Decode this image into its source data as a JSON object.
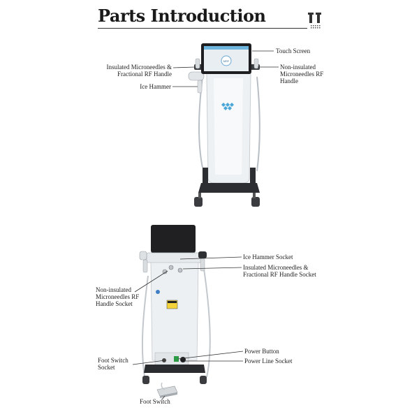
{
  "title": "Parts Introduction",
  "icon": "microneedle-handles-icon",
  "top_view": {
    "screen_text": "MRF",
    "labels": {
      "touch_screen": "Touch Screen",
      "insulated_handle": "Insulated Microneedles &\nFractional RF Handle",
      "ice_hammer": "Ice Hammer",
      "non_insulated_handle": "Non-insulated\nMicroneedles RF\nHandle"
    }
  },
  "back_view": {
    "labels": {
      "ice_hammer_socket": "Ice Hammer Socket",
      "insulated_socket": "Insulated Microneedles &\nFractional RF Handle Socket",
      "non_insulated_socket": "Non-insulated\nMicroneedles RF\nHandle Socket",
      "power_button": "Power Button",
      "foot_switch_socket": "Foot Switch\nSocket",
      "power_line_socket": "Power Line Socket",
      "foot_switch": "Foot Switch"
    }
  }
}
